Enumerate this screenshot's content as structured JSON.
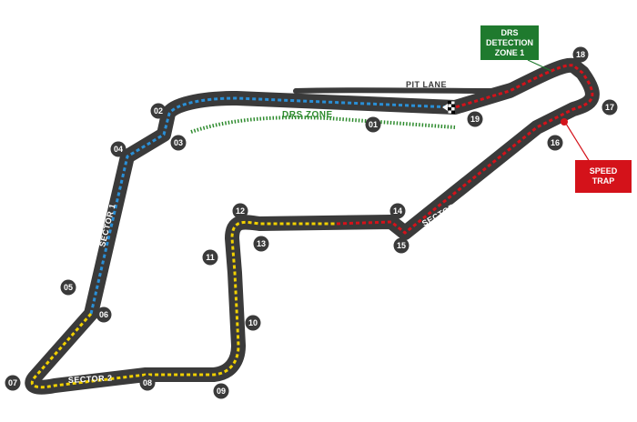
{
  "circuit": {
    "pit_lane_label": "PIT LANE",
    "drs_zone_label": "DRS ZONE",
    "sectors": [
      {
        "label": "SECTOR 1",
        "color": "#2a8fd6"
      },
      {
        "label": "SECTOR 2",
        "color": "#f0d000"
      },
      {
        "label": "SECTOR 3",
        "color": "#d4121a"
      }
    ],
    "drs_detection": {
      "line1": "DRS",
      "line2": "DETECTION",
      "line3": "ZONE 1",
      "color": "#1f7a2e"
    },
    "speed_trap": {
      "line1": "SPEED",
      "line2": "TRAP",
      "color": "#d4121a"
    },
    "turns": [
      "01",
      "02",
      "03",
      "04",
      "05",
      "06",
      "07",
      "08",
      "09",
      "10",
      "11",
      "12",
      "13",
      "14",
      "15",
      "16",
      "17",
      "18",
      "19"
    ],
    "colors": {
      "track": "#3a3a3a",
      "drs": "#2e8b2e",
      "turn_badge": "#3a3a3a"
    }
  }
}
